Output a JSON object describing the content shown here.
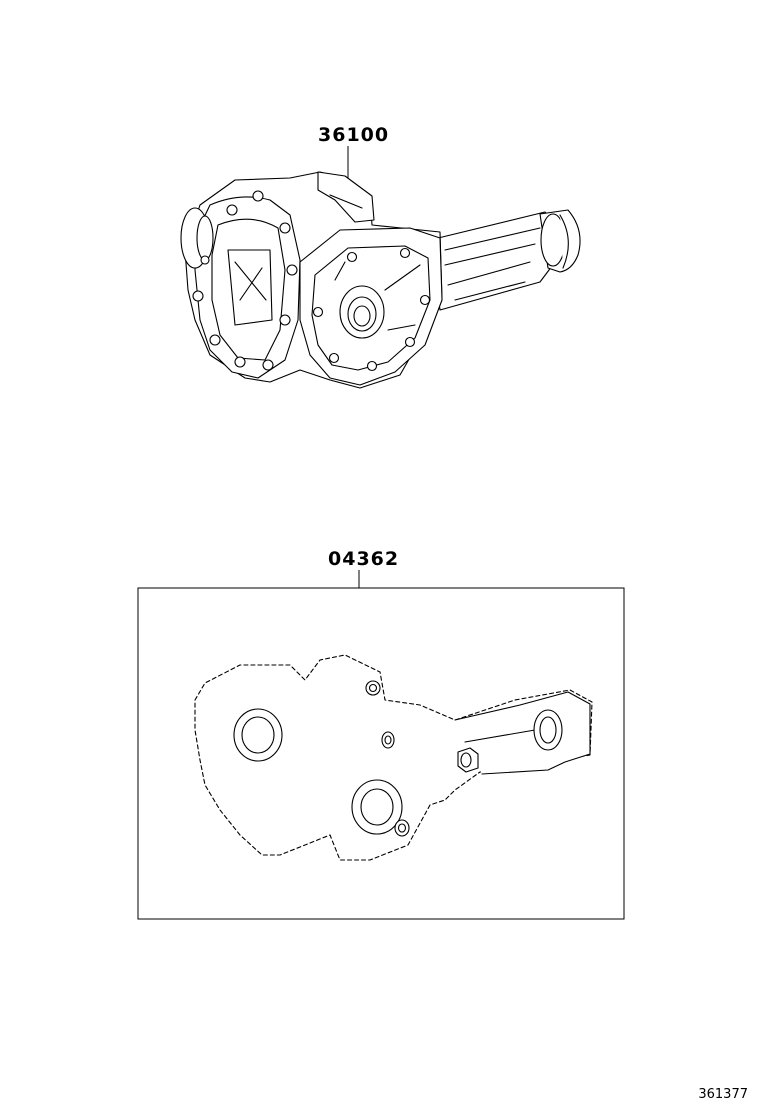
{
  "parts": [
    {
      "number": "36100",
      "item": "differential-assembly"
    },
    {
      "number": "04362",
      "item": "gasket-kit"
    }
  ],
  "figure_id": "361377"
}
